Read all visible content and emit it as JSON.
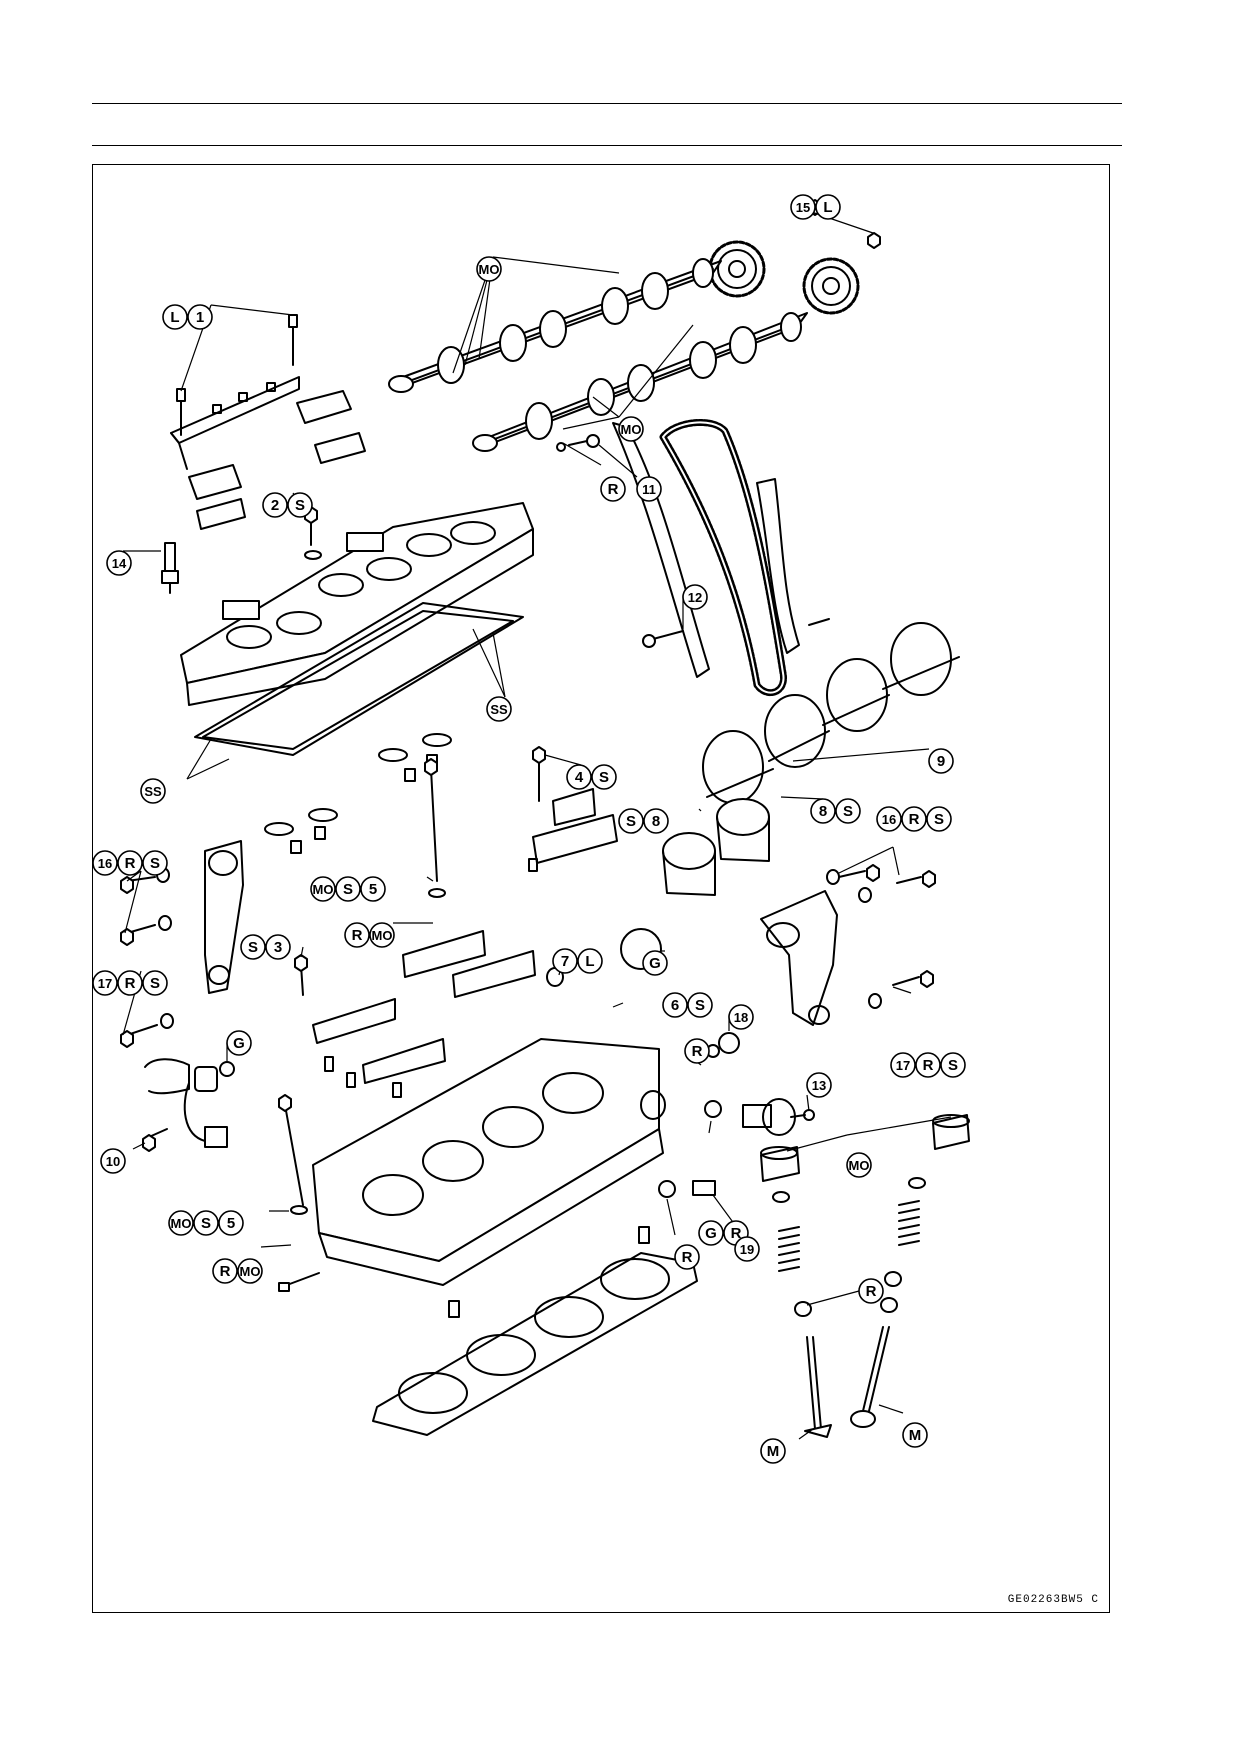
{
  "diagram": {
    "figure_code": "GE02263BW5  C",
    "callouts": [
      {
        "id": "c15",
        "tokens": [
          "15",
          "L"
        ]
      },
      {
        "id": "cMO_a",
        "tokens": [
          "MO"
        ]
      },
      {
        "id": "cL1",
        "tokens": [
          "L",
          "1"
        ]
      },
      {
        "id": "cMO_b",
        "tokens": [
          "MO"
        ]
      },
      {
        "id": "cR_11",
        "tokens": [
          "R"
        ]
      },
      {
        "id": "c11",
        "tokens": [
          "11"
        ]
      },
      {
        "id": "c2S",
        "tokens": [
          "2",
          "S"
        ]
      },
      {
        "id": "c14",
        "tokens": [
          "14"
        ]
      },
      {
        "id": "c12",
        "tokens": [
          "12"
        ]
      },
      {
        "id": "cSS_a",
        "tokens": [
          "SS"
        ]
      },
      {
        "id": "cSS_b",
        "tokens": [
          "SS"
        ]
      },
      {
        "id": "c9",
        "tokens": [
          "9"
        ]
      },
      {
        "id": "c4S",
        "tokens": [
          "4",
          "S"
        ]
      },
      {
        "id": "cS8_a",
        "tokens": [
          "S",
          "8"
        ]
      },
      {
        "id": "c8S",
        "tokens": [
          "8",
          "S"
        ]
      },
      {
        "id": "c16RS_r",
        "tokens": [
          "16",
          "R",
          "S"
        ]
      },
      {
        "id": "c16RS_l",
        "tokens": [
          "16",
          "R",
          "S"
        ]
      },
      {
        "id": "cMOS5_a",
        "tokens": [
          "MO",
          "S",
          "5"
        ]
      },
      {
        "id": "cRMO_a",
        "tokens": [
          "R",
          "MO"
        ]
      },
      {
        "id": "cS3",
        "tokens": [
          "S",
          "3"
        ]
      },
      {
        "id": "c7L",
        "tokens": [
          "7",
          "L"
        ]
      },
      {
        "id": "cG_a",
        "tokens": [
          "G"
        ]
      },
      {
        "id": "c17RS_l",
        "tokens": [
          "17",
          "R",
          "S"
        ]
      },
      {
        "id": "c6S",
        "tokens": [
          "6",
          "S"
        ]
      },
      {
        "id": "cG_b",
        "tokens": [
          "G"
        ]
      },
      {
        "id": "cR_18",
        "tokens": [
          "R"
        ]
      },
      {
        "id": "c18",
        "tokens": [
          "18"
        ]
      },
      {
        "id": "c17RS_r",
        "tokens": [
          "17",
          "R",
          "S"
        ]
      },
      {
        "id": "c13",
        "tokens": [
          "13"
        ]
      },
      {
        "id": "c10",
        "tokens": [
          "10"
        ]
      },
      {
        "id": "cMO_c",
        "tokens": [
          "MO"
        ]
      },
      {
        "id": "cGR",
        "tokens": [
          "G",
          "R"
        ]
      },
      {
        "id": "cMOS5_b",
        "tokens": [
          "MO",
          "S",
          "5"
        ]
      },
      {
        "id": "cRMO_b",
        "tokens": [
          "R",
          "MO"
        ]
      },
      {
        "id": "cR_19",
        "tokens": [
          "R"
        ]
      },
      {
        "id": "c19",
        "tokens": [
          "19"
        ]
      },
      {
        "id": "cR_v",
        "tokens": [
          "R"
        ]
      },
      {
        "id": "cM_l",
        "tokens": [
          "M"
        ]
      },
      {
        "id": "cM_r",
        "tokens": [
          "M"
        ]
      }
    ]
  }
}
